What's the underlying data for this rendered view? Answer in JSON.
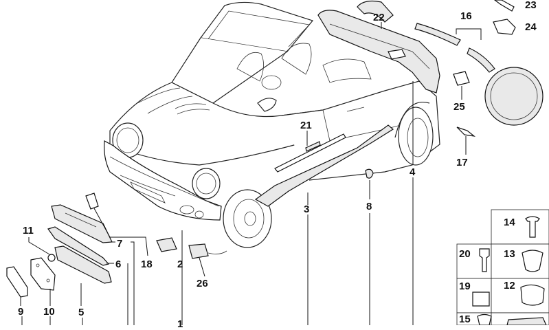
{
  "labels": {
    "p1": "1",
    "p2": "2",
    "p3": "3",
    "p4": "4",
    "p5": "5",
    "p6": "6",
    "p7": "7",
    "p8": "8",
    "p9": "9",
    "p10": "10",
    "p11": "11",
    "p12": "12",
    "p13": "13",
    "p14": "14",
    "p15": "15",
    "p16": "16",
    "p17": "17",
    "p18": "18",
    "p19": "19",
    "p20": "20",
    "p21": "21",
    "p22": "22",
    "p23": "23",
    "p24": "24",
    "p25": "25",
    "p26": "26"
  },
  "colors": {
    "line": "#111111",
    "part_fill": "#e9e9e9",
    "cell_border": "#222222"
  }
}
